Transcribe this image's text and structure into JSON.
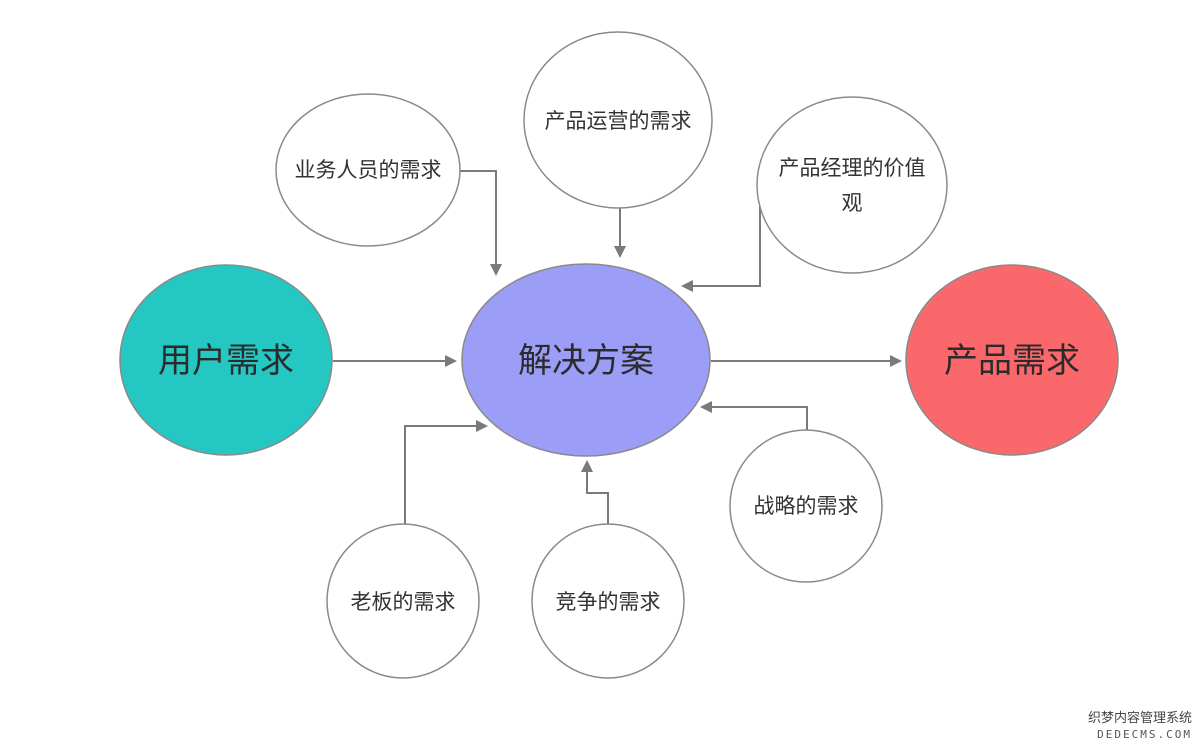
{
  "diagram": {
    "center": {
      "label": "解决方案",
      "color": "#9b9df7"
    },
    "input": {
      "label": "用户需求",
      "color": "#25c7c2"
    },
    "output": {
      "label": "产品需求",
      "color": "#fb686b"
    },
    "factors": {
      "business": "业务人员的需求",
      "operations": "产品运营的需求",
      "pm_values_line1": "产品经理的价值",
      "pm_values_line2": "观",
      "strategy": "战略的需求",
      "competition": "竞争的需求",
      "boss": "老板的需求"
    },
    "line_color": "#7a7a7a"
  },
  "watermark": {
    "line1": "织梦内容管理系统",
    "line2": "DEDECMS.COM"
  }
}
